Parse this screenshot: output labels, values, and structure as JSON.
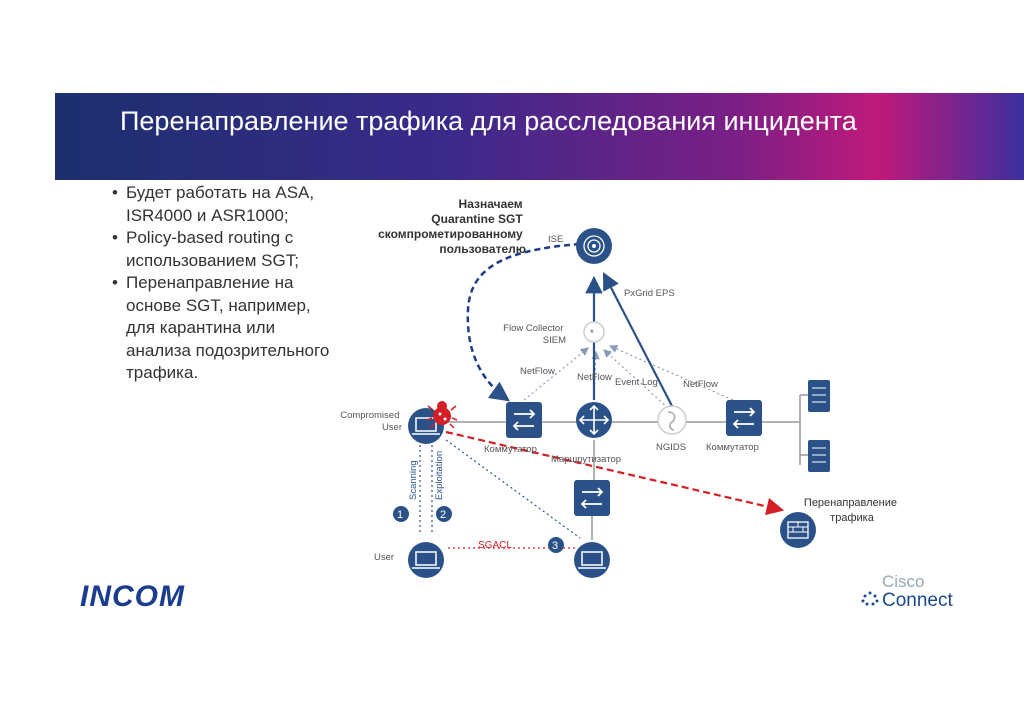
{
  "slide": {
    "title": "Перенаправление трафика для расследования инцидента",
    "bullets": [
      "Будет работать на ASA, ISR4000 и ASR1000;",
      "Policy-based routing с использованием SGT;",
      "Перенаправление на основе SGT, например, для карантина или анализа подозрительного трафика."
    ]
  },
  "diagram": {
    "annotation": [
      "Назначаем",
      "Quarantine SGT",
      "скомпрометированному",
      "пользователю"
    ],
    "ise": "ISE",
    "pxgrid": "PxGrid EPS",
    "flow_collector": [
      "Flow Collector",
      "SIEM"
    ],
    "netflow_1": "NetFlow",
    "netflow_2": "NetFlow",
    "netflow_3": "NetFlow",
    "event_log": "Event Log",
    "compromised_user": [
      "Compromised",
      "User"
    ],
    "switch_1": "Коммутатор",
    "router": "Маршрутизатор",
    "ngids": "NGIDS",
    "switch_2": "Коммутатор",
    "scanning": "Scanning",
    "exploitation": "Exploitation",
    "step_1": "1",
    "step_2": "2",
    "step_3": "3",
    "sgacl": "SGACL",
    "user": "User",
    "redirect": [
      "Перенаправление",
      "трафика"
    ]
  },
  "logos": {
    "incom": "INCOM",
    "cisco_line1": "Cisco",
    "cisco_line2": "Connect"
  },
  "colors": {
    "device_blue": "#2a5289",
    "alert_red": "#d31f25",
    "dashed_navy": "#1f3c88"
  }
}
